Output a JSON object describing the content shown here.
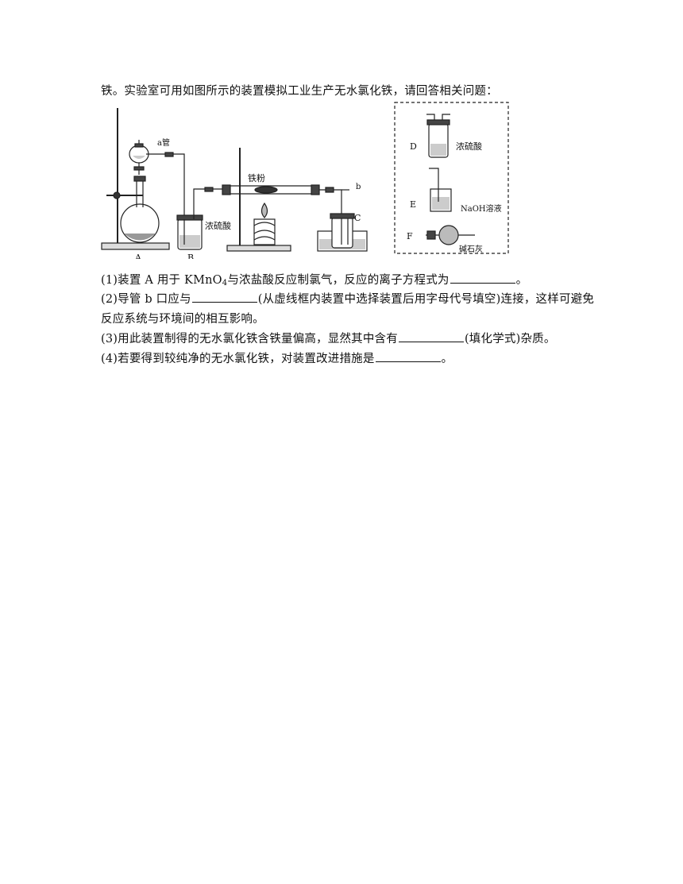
{
  "intro": "铁。实验室可用如图所示的装置模拟工业生产无水氯化铁，请回答相关问题：",
  "figure": {
    "label_a_tube": "a管",
    "label_iron_powder": "铁粉",
    "label_b": "b",
    "label_conc_acid_B": "浓硫酸",
    "label_A": "A",
    "label_B": "B",
    "label_C": "C",
    "label_D": "D",
    "label_conc_acid_D": "浓硫酸",
    "label_E": "E",
    "label_naoh": "NaOH溶液",
    "label_F": "F",
    "label_soda_lime": "碱石灰"
  },
  "q1": {
    "pre": "(1)装置 A 用于 KMnO",
    "sub": "4",
    "post": "与浓盐酸反应制氯气，反应的离子方程式为",
    "end": "。"
  },
  "q2": {
    "pre": "(2)导管 b 口应与",
    "post": "(从虚线框内装置中选择装置后用字母代号填空)连接，这样可避免",
    "cont": "反应系统与环境间的相互影响。"
  },
  "q3": {
    "pre": "(3)用此装置制得的无水氯化铁含铁量偏高，显然其中含有",
    "post": "(填化学式)杂质。"
  },
  "q4": {
    "pre": "(4)若要得到较纯净的无水氯化铁，对装置改进措施是",
    "end": "。"
  }
}
